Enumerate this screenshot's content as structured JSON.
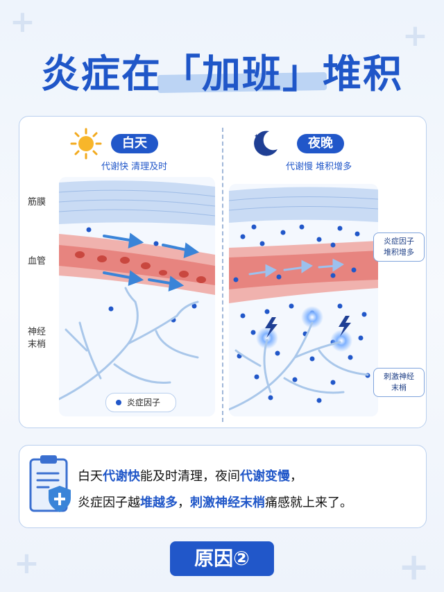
{
  "title": {
    "part1": "炎症在",
    "bracket_open": "「",
    "highlight": "加班",
    "bracket_close": "」",
    "part2": "堆积"
  },
  "day": {
    "label": "白天",
    "subtitle": "代谢快 清理及时",
    "icon": "sun-icon"
  },
  "night": {
    "label": "夜晚",
    "subtitle": "代谢慢 堆积增多",
    "icon": "moon-icon"
  },
  "side_labels": {
    "fascia": "筋膜",
    "vessel": "血管",
    "nerve": "神经\n末梢"
  },
  "callouts": {
    "accumulate": "炎症因子\n堆积增多",
    "stimulate": "刺激神经\n末梢"
  },
  "legend": {
    "label": "炎症因子"
  },
  "info": {
    "line1": [
      {
        "t": "白天",
        "b": false
      },
      {
        "t": "代谢快",
        "b": true
      },
      {
        "t": "能及时清理，夜间",
        "b": false
      },
      {
        "t": "代谢变慢",
        "b": true
      },
      {
        "t": "，",
        "b": false
      }
    ],
    "line2": [
      {
        "t": "炎症因子越",
        "b": false
      },
      {
        "t": "堆越多",
        "b": true
      },
      {
        "t": "，",
        "b": false
      },
      {
        "t": "刺激神经末梢",
        "b": true
      },
      {
        "t": "痛感就上来了。",
        "b": false
      }
    ]
  },
  "reason": {
    "label": "原因②"
  },
  "colors": {
    "accent": "#2157c9",
    "vessel": "#e7a3a0",
    "fascia": "#b9cff0",
    "factor": "#2157c9"
  }
}
